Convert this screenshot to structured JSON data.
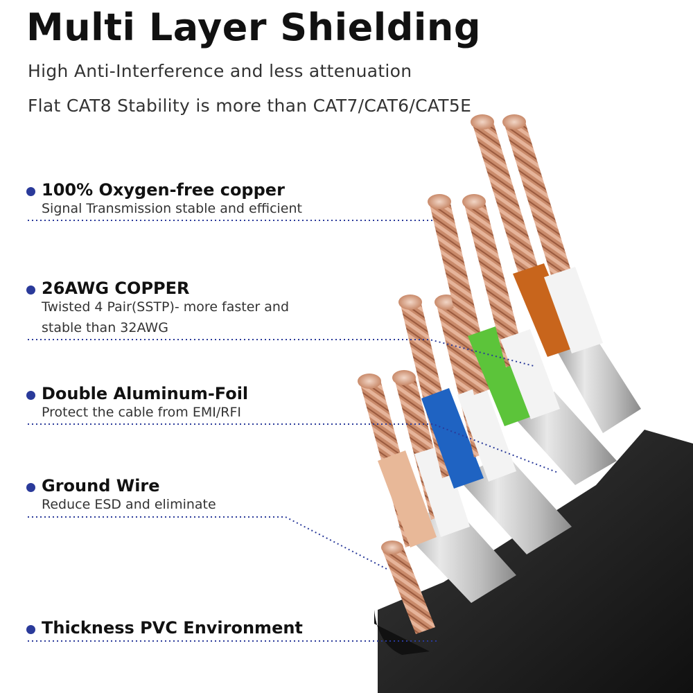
{
  "header": {
    "title": "Multi Layer Shielding",
    "subtitle_1": "High Anti-Interference and less attenuation",
    "subtitle_2": "Flat CAT8 Stability is more than CAT7/CAT6/CAT5E"
  },
  "features": [
    {
      "title": "100% Oxygen-free copper",
      "desc_1": "Signal Transmission stable and efficient",
      "desc_2": ""
    },
    {
      "title": "26AWG COPPER",
      "desc_1": "Twisted 4 Pair(SSTP)- more faster and",
      "desc_2": "stable than 32AWG"
    },
    {
      "title": "Double Aluminum-Foil",
      "desc_1": "Protect the cable from EMI/RFI",
      "desc_2": ""
    },
    {
      "title": "Ground Wire",
      "desc_1": "Reduce ESD and eliminate",
      "desc_2": ""
    },
    {
      "title": "Thickness PVC Environment",
      "desc_1": "",
      "desc_2": ""
    }
  ],
  "colors": {
    "accent_dot": "#2a3a9a",
    "leader_line": "#2a3a9a",
    "jacket": "#1b1b1b",
    "copper": "#c98a6a",
    "wire_blue": "#1f63c2",
    "wire_green": "#5cc43a",
    "wire_orange": "#c8651c",
    "wire_brown": "#e8b898",
    "wire_white": "#f3f3f3",
    "foil": "#c9c9c9"
  }
}
